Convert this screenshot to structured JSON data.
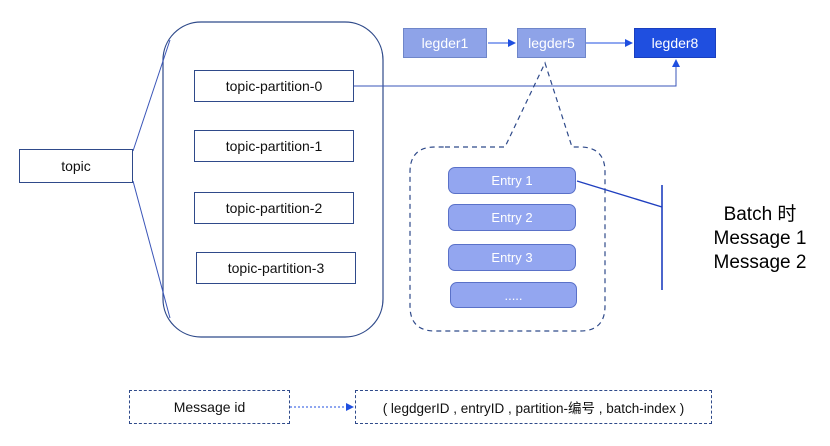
{
  "topic": {
    "label": "topic"
  },
  "partitions": [
    {
      "label": "topic-partition-0"
    },
    {
      "label": "topic-partition-1"
    },
    {
      "label": "topic-partition-2"
    },
    {
      "label": "topic-partition-3"
    }
  ],
  "ledgers": [
    {
      "label": "legder1",
      "color": "#8ea3e8"
    },
    {
      "label": "legder5",
      "color": "#8ea3e8"
    },
    {
      "label": "legder8",
      "color": "#1f4fe0"
    }
  ],
  "entries": [
    {
      "label": "Entry 1"
    },
    {
      "label": "Entry 2"
    },
    {
      "label": "Entry 3"
    },
    {
      "label": "....."
    }
  ],
  "batch": {
    "line1": "Batch 时",
    "line2": "Message 1",
    "line3": "Message 2"
  },
  "message_id": {
    "label": "Message id",
    "value": "( legdgerID , entryID , partition-编号 , batch-index )"
  },
  "colors": {
    "line": "#3a55b8",
    "border": "#2f4a8a"
  }
}
